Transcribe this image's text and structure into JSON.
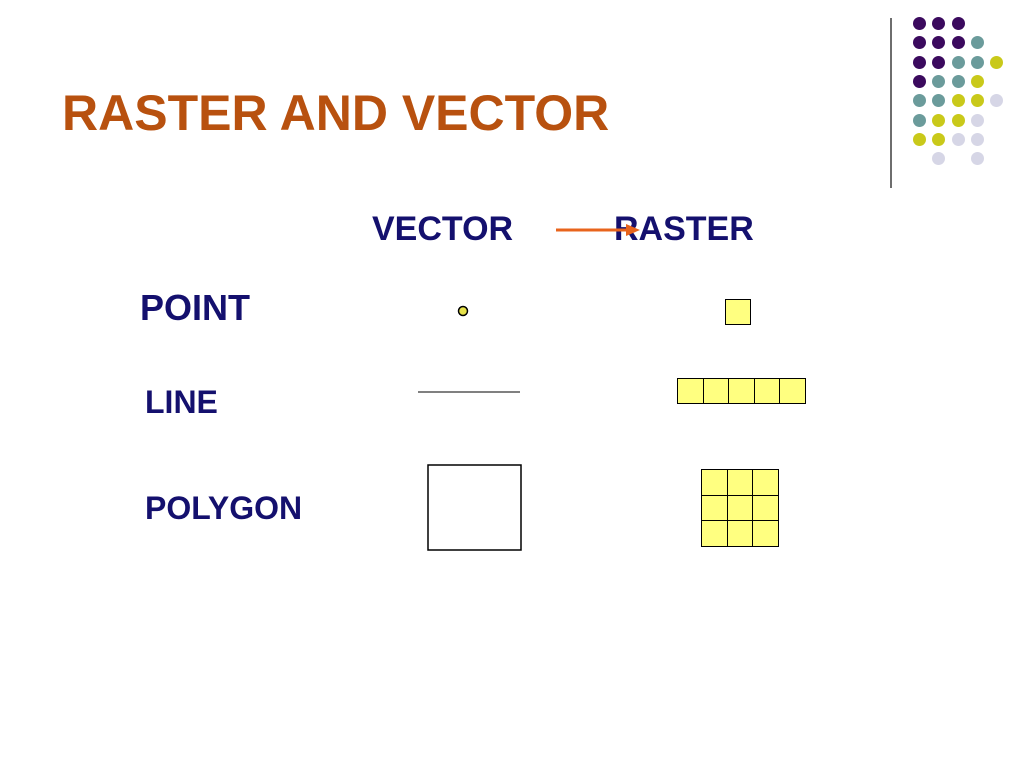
{
  "slide": {
    "title": "RASTER AND VECTOR",
    "header": {
      "vector_label": "VECTOR",
      "raster_label": "RASTER"
    },
    "rows": [
      {
        "label": "POINT"
      },
      {
        "label": "LINE"
      },
      {
        "label": "POLYGON"
      }
    ]
  },
  "colors": {
    "title": "#b8510f",
    "text": "#14106e",
    "arrow": "#e8641c",
    "raster_fill": "#ffff80",
    "point_fill": "#e6e24a",
    "dot_purple": "#3b0a5e",
    "dot_teal": "#6b9b9b",
    "dot_yellow": "#c9c91a",
    "dot_lavender": "#d6d6e6"
  },
  "decor": {
    "dot_grid": [
      [
        "purple",
        "purple",
        "purple",
        "none",
        "none"
      ],
      [
        "purple",
        "purple",
        "purple",
        "teal",
        "none"
      ],
      [
        "purple",
        "purple",
        "teal",
        "teal",
        "yellow"
      ],
      [
        "purple",
        "teal",
        "teal",
        "yellow",
        "none"
      ],
      [
        "teal",
        "teal",
        "yellow",
        "yellow",
        "lavender"
      ],
      [
        "teal",
        "yellow",
        "yellow",
        "lavender",
        "none"
      ],
      [
        "yellow",
        "yellow",
        "lavender",
        "lavender",
        "none"
      ],
      [
        "none",
        "lavender",
        "none",
        "lavender",
        "none"
      ]
    ]
  },
  "raster": {
    "point_cells": 1,
    "line_cells": 5,
    "polygon_grid": [
      3,
      3
    ]
  }
}
